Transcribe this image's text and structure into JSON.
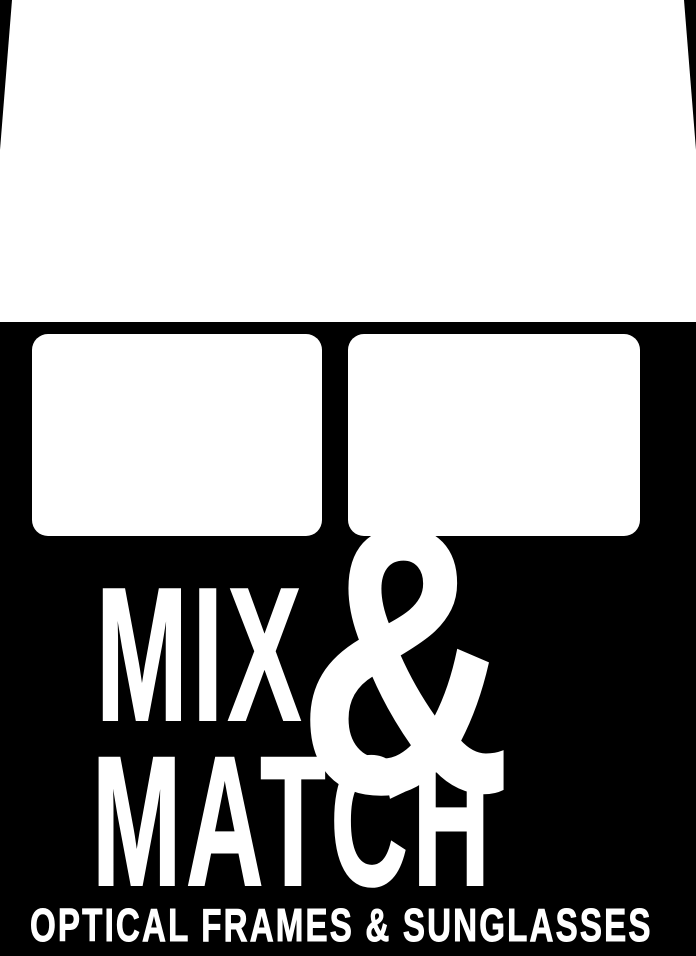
{
  "logo": {
    "word_top": "MIX",
    "ampersand": "&",
    "word_bottom": "MATCH",
    "tagline": "OPTICAL FRAMES & SUNGLASSES"
  },
  "graphic": {
    "icon_name": "eyewear-silhouette"
  },
  "colors": {
    "background": "#000000",
    "foreground": "#ffffff"
  }
}
